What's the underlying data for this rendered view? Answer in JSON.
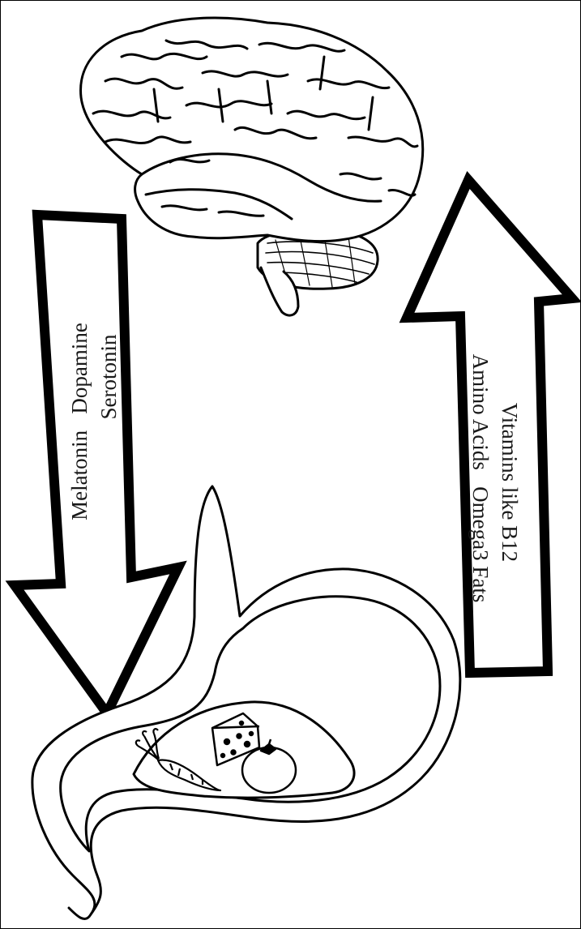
{
  "down_arrow": {
    "line1": "Melatonin   Dopamine",
    "line2": "Serotonin"
  },
  "up_arrow": {
    "line1": "Vitamins like B12",
    "line2": "Amino Acids   Omega3 Fats"
  },
  "colors": {
    "stroke": "#000000",
    "background": "#ffffff"
  },
  "icons": [
    "brain-icon",
    "stomach-icon",
    "carrot-icon",
    "cheese-icon",
    "tomato-icon"
  ]
}
